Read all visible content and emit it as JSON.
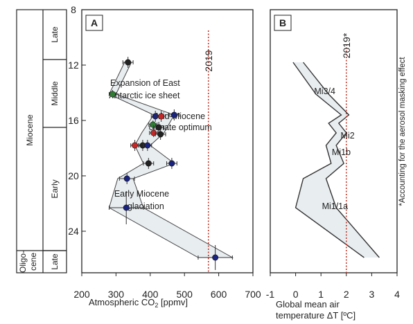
{
  "chart_data": [
    {
      "type": "scatter",
      "panel_label": "A",
      "xlabel_main": "Atmospheric CO",
      "xlabel_sub": "2",
      "xlabel_unit": " [ppmv]",
      "ylabel": "",
      "x_ticks": [
        "200",
        "300",
        "400",
        "500",
        "600",
        "700"
      ],
      "xlim": [
        200,
        700
      ],
      "y_ticks": [
        "8",
        "12",
        "16",
        "20",
        "24"
      ],
      "ylim": [
        8,
        27
      ],
      "y_inverted": true,
      "reference_line": {
        "x": 570,
        "label": "2019",
        "color": "#c0392b"
      },
      "band": [
        {
          "age": 11.8,
          "min": 325,
          "max": 345
        },
        {
          "age": 14.1,
          "min": 280,
          "max": 300
        },
        {
          "age": 15.6,
          "min": 410,
          "max": 470
        },
        {
          "age": 16.9,
          "min": 375,
          "max": 440
        },
        {
          "age": 17.8,
          "min": 355,
          "max": 400
        },
        {
          "age": 19.1,
          "min": 380,
          "max": 470
        },
        {
          "age": 20.2,
          "min": 305,
          "max": 350
        },
        {
          "age": 22.3,
          "min": 280,
          "max": 380
        },
        {
          "age": 25.9,
          "min": 540,
          "max": 640
        }
      ],
      "points": [
        {
          "age": 11.8,
          "co2": 335,
          "color": "#222222",
          "xerr": 15,
          "yerr": 0.4
        },
        {
          "age": 14.1,
          "co2": 290,
          "color": "#2e7d32",
          "xerr": 10,
          "yerr": 0.3
        },
        {
          "age": 15.7,
          "co2": 415,
          "color": "#1a237e",
          "xerr": 12,
          "yerr": 0.4
        },
        {
          "age": 15.7,
          "co2": 432,
          "color": "#c62828",
          "xerr": 12,
          "yerr": 0.4
        },
        {
          "age": 15.6,
          "co2": 470,
          "color": "#1a237e",
          "xerr": 15,
          "yerr": 0.4
        },
        {
          "age": 16.3,
          "co2": 408,
          "color": "#2e7d32",
          "xerr": 12,
          "yerr": 0.3
        },
        {
          "age": 16.5,
          "co2": 425,
          "color": "#222222",
          "xerr": 15,
          "yerr": 0.4
        },
        {
          "age": 16.9,
          "co2": 410,
          "color": "#c62828",
          "xerr": 12,
          "yerr": 0.3
        },
        {
          "age": 17.0,
          "co2": 430,
          "color": "#222222",
          "xerr": 15,
          "yerr": 0.4
        },
        {
          "age": 17.8,
          "co2": 355,
          "color": "#c62828",
          "xerr": 12,
          "yerr": 0.4
        },
        {
          "age": 17.8,
          "co2": 378,
          "color": "#222222",
          "xerr": 12,
          "yerr": 0.4
        },
        {
          "age": 17.8,
          "co2": 392,
          "color": "#1a237e",
          "xerr": 12,
          "yerr": 0.4
        },
        {
          "age": 19.1,
          "co2": 395,
          "color": "#222222",
          "xerr": 15,
          "yerr": 0.4
        },
        {
          "age": 19.1,
          "co2": 463,
          "color": "#1a237e",
          "xerr": 15,
          "yerr": 0.4
        },
        {
          "age": 20.2,
          "co2": 332,
          "color": "#1a237e",
          "xerr": 22,
          "yerr": 0.4
        },
        {
          "age": 22.3,
          "co2": 330,
          "color": "#1a237e",
          "xerr": 50,
          "yerr": 1.2
        },
        {
          "age": 25.9,
          "co2": 590,
          "color": "#1a237e",
          "xerr": 50,
          "yerr": 0.9
        }
      ],
      "annotations": [
        {
          "text": "Expansion of East",
          "co2": 385,
          "age": 13.3
        },
        {
          "text": "Antarctic ice sheet",
          "co2": 383,
          "age": 14.2
        },
        {
          "text": "Mid-Miocene",
          "co2": 488,
          "age": 15.7
        },
        {
          "text": "climate optimum",
          "co2": 488,
          "age": 16.5
        },
        {
          "text": "Early Miocene",
          "co2": 375,
          "age": 21.3
        },
        {
          "text": "glaciation",
          "co2": 387,
          "age": 22.2
        }
      ]
    },
    {
      "type": "area",
      "panel_label": "B",
      "xlabel_line1": "Global mean air",
      "xlabel_line2": "temperature ΔT [ºC]",
      "x_ticks": [
        "-1",
        "0",
        "1",
        "2",
        "3",
        "4"
      ],
      "xlim": [
        -1,
        4
      ],
      "reference_line": {
        "x": 2,
        "label": "2019*",
        "color": "#c0392b"
      },
      "age": [
        11.8,
        14.1,
        15.6,
        16.2,
        16.9,
        17.8,
        19.1,
        20.2,
        22.3,
        25.9
      ],
      "lower": [
        -0.1,
        0.8,
        1.8,
        1.3,
        1.6,
        1.2,
        1.4,
        0.3,
        0.0,
        2.7
      ],
      "upper": [
        0.3,
        1.3,
        2.1,
        1.7,
        2.0,
        1.6,
        1.9,
        1.2,
        1.6,
        3.3
      ],
      "labels": [
        {
          "text": "Mi3/4",
          "t": 1.15,
          "age": 13.9
        },
        {
          "text": "Mi2",
          "t": 2.05,
          "age": 17.1
        },
        {
          "text": "Mi1b",
          "t": 1.8,
          "age": 18.3
        },
        {
          "text": "Mi1/1a",
          "t": 1.55,
          "age": 22.2
        }
      ],
      "side_note": "*Accounting for the aerosol masking effect"
    }
  ],
  "timescale": {
    "epochs": [
      {
        "name": "Miocene",
        "from": 8,
        "to": 25.4
      },
      {
        "name": "Oligo-",
        "name2": "cene",
        "from": 25.4,
        "to": 27
      }
    ],
    "subdivisions": [
      {
        "name": "Late",
        "from": 8,
        "to": 11.6
      },
      {
        "name": "Middle",
        "from": 11.6,
        "to": 16.5
      },
      {
        "name": "Early",
        "from": 16.5,
        "to": 25.4
      },
      {
        "name": "Late",
        "from": 25.4,
        "to": 27
      }
    ]
  }
}
